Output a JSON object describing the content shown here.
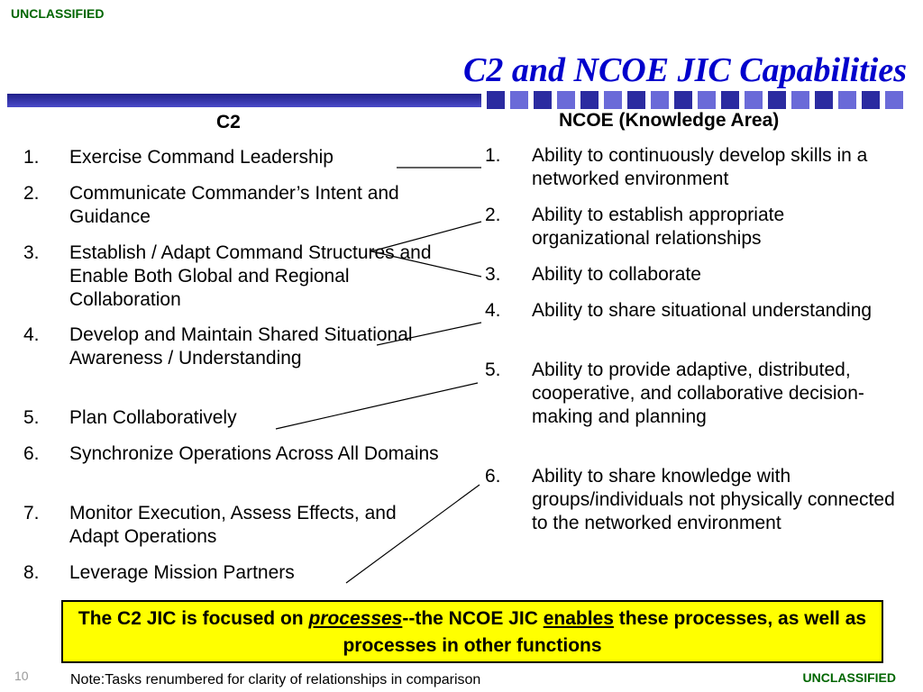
{
  "classification": {
    "top": "UNCLASSIFIED",
    "bottom": "UNCLASSIFIED"
  },
  "title": "C2 and NCOE JIC Capabilities",
  "colors": {
    "title": "#0000cc",
    "classification": "#006600",
    "stripe": "#2b2ba0",
    "box": "#ffff00"
  },
  "c2": {
    "heading": "C2",
    "items": [
      {
        "num": "1.",
        "text": "Exercise Command Leadership"
      },
      {
        "num": "2.",
        "text": "Communicate Commander’s Intent and Guidance"
      },
      {
        "num": "3.",
        "text": "Establish / Adapt Command Structures and Enable Both Global and Regional Collaboration"
      },
      {
        "num": "4.",
        "text": "Develop and Maintain Shared Situational Awareness / Understanding"
      },
      {
        "num": "5.",
        "text": "Plan Collaboratively"
      },
      {
        "num": "6.",
        "text": "Synchronize Operations Across All Domains"
      },
      {
        "num": "7.",
        "text": "Monitor Execution, Assess Effects, and Adapt Operations"
      },
      {
        "num": "8.",
        "text": "Leverage Mission Partners"
      }
    ]
  },
  "ncoe": {
    "heading": "NCOE (Knowledge Area)",
    "items": [
      {
        "num": "1.",
        "text": "Ability to continuously develop skills in a networked environment"
      },
      {
        "num": "2.",
        "text": "Ability to establish appropriate organizational relationships"
      },
      {
        "num": "3.",
        "text": "Ability to collaborate"
      },
      {
        "num": "4.",
        "text": "Ability to share situational understanding"
      },
      {
        "num": "5.",
        "text": "Ability to provide adaptive, distributed, cooperative, and collaborative decision-making and planning"
      },
      {
        "num": "6.",
        "text": "Ability to share knowledge with groups/individuals not physically connected to the networked environment"
      }
    ]
  },
  "summary": {
    "part1": "The C2 JIC is focused on ",
    "processes": "processes",
    "part2": "--the NCOE JIC ",
    "enables": "enables",
    "part3": " these processes, as well as processes in other functions"
  },
  "page_number": "10",
  "footnote": "Note:Tasks renumbered for clarity of relationships in comparison"
}
